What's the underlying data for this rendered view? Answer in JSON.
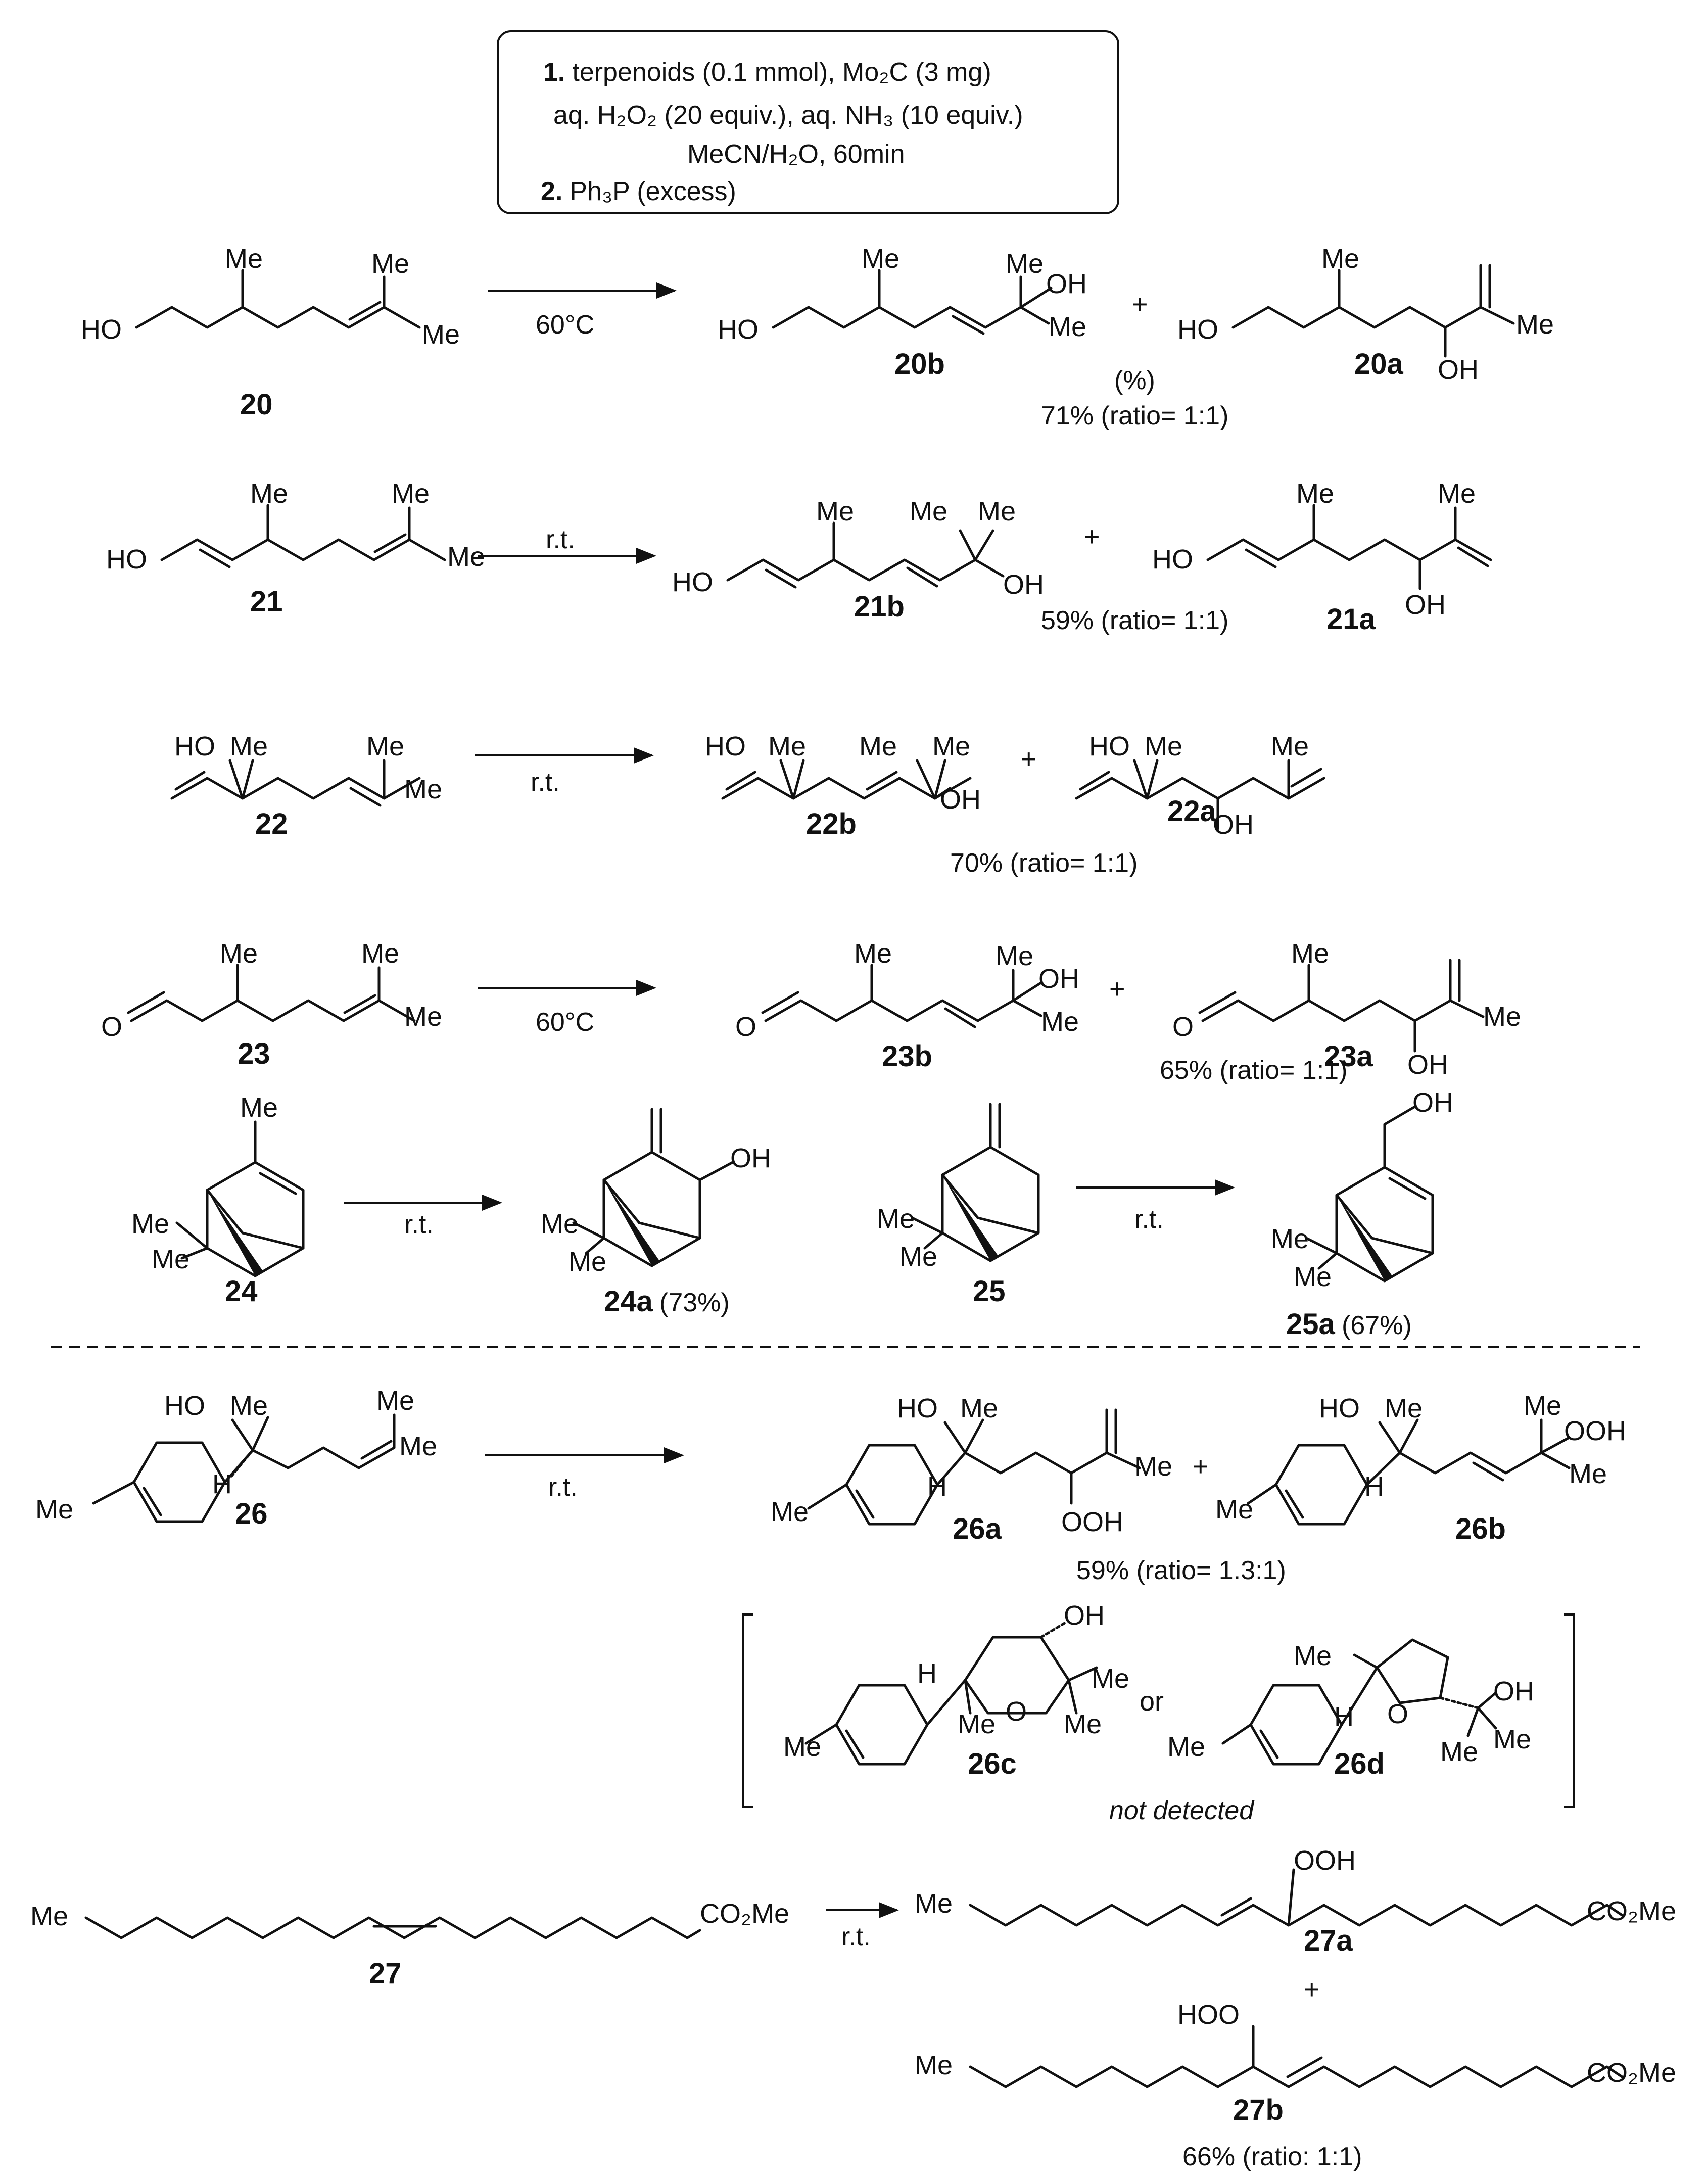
{
  "conditions": {
    "line1_bold": "1.",
    "line1": "terpenoids (0.1 mmol), Mo₂C (3 mg)",
    "line2": "aq. H₂O₂ (20 equiv.), aq. NH₃ (10 equiv.)",
    "line3": "MeCN/H₂O, 60min",
    "line4_bold": "2.",
    "line4": "Ph₃P (excess)"
  },
  "atoms": {
    "me": "Me",
    "oh": "OH",
    "ho": "HO",
    "o": "O",
    "h": "H",
    "ooh": "OOH",
    "hoo": "HOO",
    "co2me": "CO₂Me",
    "plus": "+",
    "or": "or"
  },
  "reactions": {
    "r20": {
      "sm": "20",
      "temp": "60°C",
      "p1": "20b",
      "p2": "20a",
      "pct": "(%)",
      "yield": "71% (ratio= 1:1)"
    },
    "r21": {
      "sm": "21",
      "temp": "r.t.",
      "p1": "21b",
      "p2": "21a",
      "yield": "59% (ratio= 1:1)"
    },
    "r22": {
      "sm": "22",
      "temp": "r.t.",
      "p1": "22b",
      "p2": "22a",
      "yield": "70% (ratio= 1:1)"
    },
    "r23": {
      "sm": "23",
      "temp": "60°C",
      "p1": "23b",
      "p2": "23a",
      "yield": "65% (ratio= 1:1)"
    },
    "r24": {
      "sm": "24",
      "temp": "r.t.",
      "p1": "24a",
      "yield": "(73%)"
    },
    "r25": {
      "sm": "25",
      "temp": "r.t.",
      "p1": "25a",
      "yield": "(67%)"
    },
    "r26": {
      "sm": "26",
      "temp": "r.t.",
      "p1": "26a",
      "p2": "26b",
      "yield": "59% (ratio= 1.3:1)",
      "nd1": "26c",
      "nd2": "26d",
      "nd_label": "not detected"
    },
    "r27": {
      "sm": "27",
      "temp": "r.t.",
      "p1": "27a",
      "p2": "27b",
      "yield": "66% (ratio: 1:1)"
    }
  }
}
